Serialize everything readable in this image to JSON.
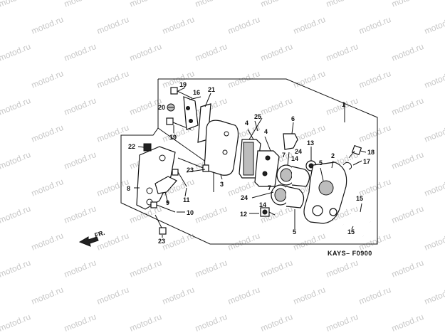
{
  "watermark": {
    "text": "motod.ru"
  },
  "diagram": {
    "code": "KAYS– F0900",
    "front_label": "FR.",
    "callouts": [
      {
        "id": "c1",
        "text": "1"
      },
      {
        "id": "c2",
        "text": "2"
      },
      {
        "id": "c3",
        "text": "3"
      },
      {
        "id": "c4a",
        "text": "4"
      },
      {
        "id": "c4b",
        "text": "4"
      },
      {
        "id": "c5a",
        "text": "5"
      },
      {
        "id": "c5b",
        "text": "5"
      },
      {
        "id": "c6",
        "text": "6"
      },
      {
        "id": "c7a",
        "text": "7"
      },
      {
        "id": "c7b",
        "text": "7"
      },
      {
        "id": "c8",
        "text": "8"
      },
      {
        "id": "c9",
        "text": "9"
      },
      {
        "id": "c10",
        "text": "10"
      },
      {
        "id": "c11",
        "text": "11"
      },
      {
        "id": "c12",
        "text": "12"
      },
      {
        "id": "c13",
        "text": "13"
      },
      {
        "id": "c14a",
        "text": "14"
      },
      {
        "id": "c14b",
        "text": "14"
      },
      {
        "id": "c15a",
        "text": "15"
      },
      {
        "id": "c15b",
        "text": "15"
      },
      {
        "id": "c16",
        "text": "16"
      },
      {
        "id": "c17",
        "text": "17"
      },
      {
        "id": "c18",
        "text": "18"
      },
      {
        "id": "c19a",
        "text": "19"
      },
      {
        "id": "c19b",
        "text": "19"
      },
      {
        "id": "c20",
        "text": "20"
      },
      {
        "id": "c21",
        "text": "21"
      },
      {
        "id": "c22",
        "text": "22"
      },
      {
        "id": "c23a",
        "text": "23"
      },
      {
        "id": "c23b",
        "text": "23"
      },
      {
        "id": "c24a",
        "text": "24"
      },
      {
        "id": "c24b",
        "text": "24"
      },
      {
        "id": "c25",
        "text": "25"
      }
    ]
  }
}
